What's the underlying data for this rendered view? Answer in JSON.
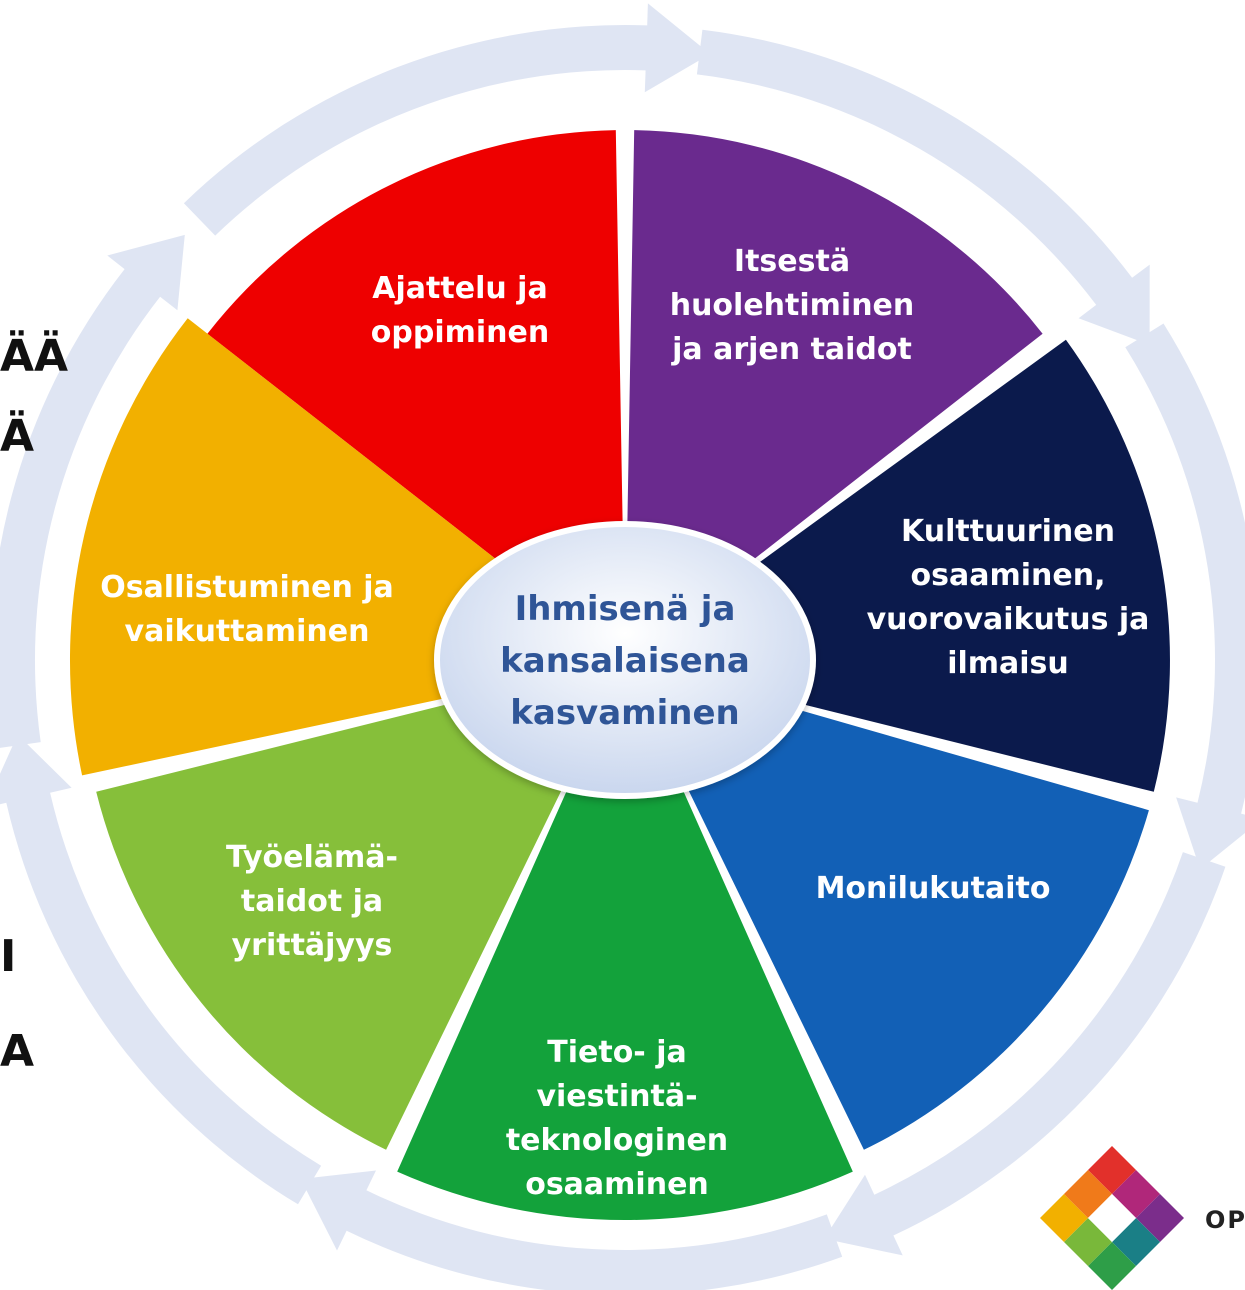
{
  "center": {
    "lines": [
      "Ihmisenä ja",
      "kansalaisena",
      "kasvaminen"
    ],
    "text_color": "#2F5597",
    "fill": "#D9E2F3",
    "stroke": "#ffffff"
  },
  "ring_color": "#DFE5F3",
  "segments": [
    {
      "id": "ajattelu",
      "lines": [
        "Ajattelu ja",
        "oppiminen"
      ],
      "color": "#EE0000"
    },
    {
      "id": "itsesta",
      "lines": [
        "Itsestä",
        "huolehtiminen",
        "ja arjen taidot"
      ],
      "color": "#6A2A8E"
    },
    {
      "id": "kulttuurinen",
      "lines": [
        "Kulttuurinen",
        "osaaminen,",
        "vuorovaikutus ja",
        "ilmaisu"
      ],
      "color": "#0B1A4C"
    },
    {
      "id": "monilukutaito",
      "lines": [
        "Monilukutaito"
      ],
      "color": "#1260B6"
    },
    {
      "id": "tieto",
      "lines": [
        "Tieto- ja",
        "viestintä-",
        "teknologinen",
        "osaaminen"
      ],
      "color": "#13A23B"
    },
    {
      "id": "tyoelama",
      "lines": [
        "Työelämä-",
        "taidot ja",
        "yrittäjyys"
      ],
      "color": "#86BF3A"
    },
    {
      "id": "osallistuminen",
      "lines": [
        "Osallistuminen ja",
        "vaikuttaminen"
      ],
      "color": "#F2B000"
    }
  ],
  "edge_text": {
    "left_a": "ÄÄ",
    "left_b": "Ä",
    "left_c": "I",
    "left_d": "A"
  },
  "logo": {
    "text": "OP",
    "colors": {
      "top": "#E2302B",
      "right": "#7B2D8B",
      "bottom": "#2E9E48",
      "left": "#F2B000",
      "tr": "#B0277A",
      "br": "#1A7F86",
      "bl": "#79B83A",
      "tl": "#F07A1A"
    }
  }
}
